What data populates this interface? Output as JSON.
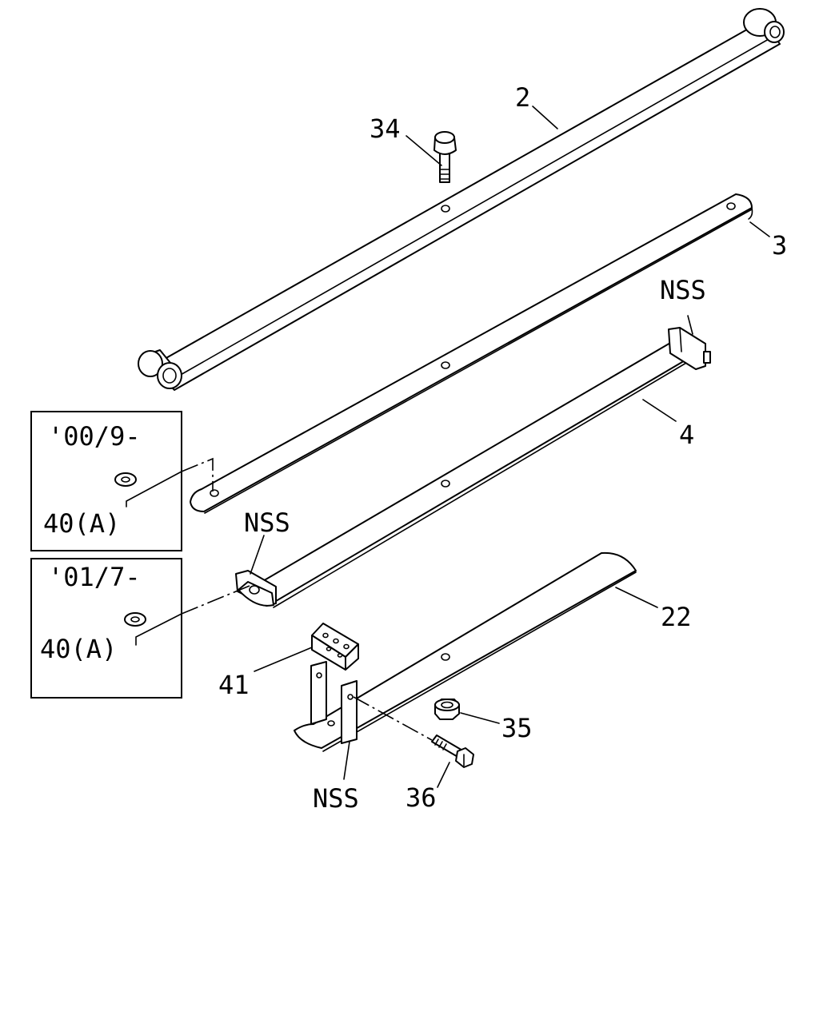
{
  "callouts": {
    "leaf_2": "2",
    "leaf_3": "3",
    "leaf_4": "4",
    "leaf_22": "22",
    "bolt_34": "34",
    "nut_35": "35",
    "bolt_36": "36",
    "bracket_41": "41",
    "nss_top": "NSS",
    "nss_left": "NSS",
    "nss_bottom": "NSS",
    "washer_a": "40(A)",
    "washer_b": "40(A)"
  },
  "date_boxes": [
    {
      "label": "'00/9-"
    },
    {
      "label": "'01/7-"
    }
  ],
  "icons": [
    "leaf-spring-2",
    "leaf-spring-3",
    "leaf-spring-4",
    "leaf-spring-22",
    "center-bolt",
    "nut",
    "bolt",
    "clip-bracket",
    "washer"
  ],
  "colors": {
    "line": "#000000",
    "background": "#ffffff"
  }
}
